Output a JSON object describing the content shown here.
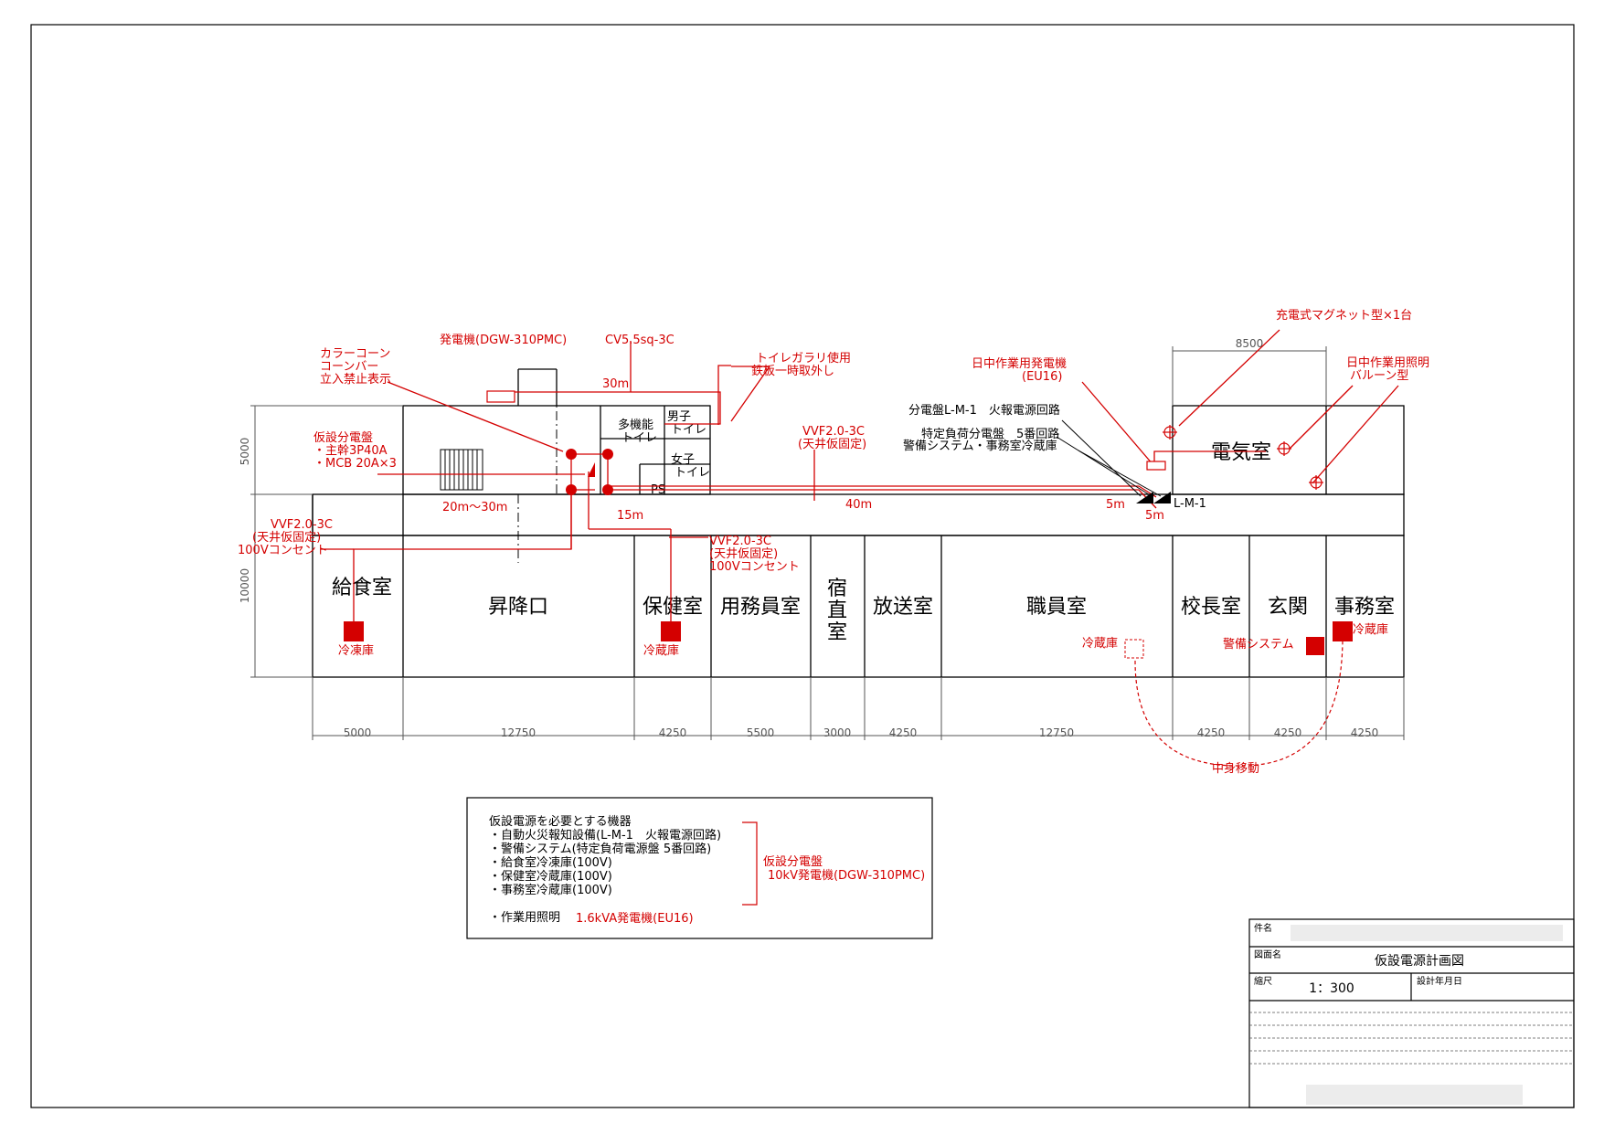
{
  "colors": {
    "lines": "#000000",
    "annotation": "#d40000",
    "dimension": "#555555"
  },
  "rooms": {
    "kyushoku": "給食室",
    "shoukou": "昇降口",
    "hoken": "保健室",
    "youmuin": "用務員室",
    "shukuchoku": [
      "宿",
      "直",
      "室"
    ],
    "housou": "放送室",
    "shokuin": "職員室",
    "kouchou": "校長室",
    "genkan": "玄関",
    "jimu": "事務室",
    "denki": "電気室",
    "tamokuteki": [
      "多機能",
      "トイレ"
    ],
    "danshi": [
      "男子",
      "トイレ"
    ],
    "joshi": [
      "女子",
      "トイレ"
    ],
    "ps": "PS"
  },
  "dims": {
    "bottom": [
      "5000",
      "12750",
      "4250",
      "5500",
      "3000",
      "4250",
      "12750",
      "4250",
      "4250",
      "4250"
    ],
    "left_upper": "5000",
    "left_lower": "10000",
    "top_right": "8500"
  },
  "notes": {
    "color_cone": [
      "カラーコーン",
      "コーンバー",
      "立入禁止表示"
    ],
    "generator": "発電機(DGW-310PMC)",
    "cable": "CV5.5sq-3C",
    "cable_len": "30m",
    "toilet_gallery": [
      "トイレガラリ使用",
      "鉄板一時取外し"
    ],
    "temp_panel": [
      "仮設分電盤",
      "・主幹3P40A",
      "・MCB 20A×3"
    ],
    "vvf_left": [
      "VVF2.0-3C",
      "(天井仮固定)",
      "100Vコンセント"
    ],
    "vvf_top": [
      "VVF2.0-3C",
      "(天井仮固定)"
    ],
    "vvf_mid": [
      "VVF2.0-3C",
      "(天井仮固定)",
      "100Vコンセント"
    ],
    "len_20_30": "20m～30m",
    "len_15": "15m",
    "len_40": "40m",
    "len_5a": "5m",
    "len_5b": "5m",
    "day_gen": [
      "日中作業用発電機",
      "(EU16)"
    ],
    "panel_lm1": "分電盤L-M-1　火報電源回路",
    "special_panel": "特定負荷分電盤　5番回路",
    "security_load": "警備システム・事務室冷蔵庫",
    "lm1": "L-M-1",
    "magnet": "充電式マグネット型×1台",
    "balloon": [
      "日中作業用照明",
      "バルーン型"
    ],
    "freezer": "冷凍庫",
    "fridge_hoken": "冷蔵庫",
    "fridge_shokuin": "冷蔵庫",
    "fridge_jimu": "冷蔵庫",
    "security": "警備システム",
    "move": "中身移動"
  },
  "legend": {
    "title": "仮設電源を必要とする機器",
    "items": [
      "・自動火災報知設備(L-M-1　火報電源回路)",
      "・警備システム(特定負荷電源盤 5番回路)",
      "・給食室冷凍庫(100V)",
      "・保健室冷蔵庫(100V)",
      "・事務室冷蔵庫(100V)"
    ],
    "work_light": "・作業用照明",
    "work_light_source": "1.6kVA発電機(EU16)",
    "source": [
      "仮設分電盤",
      "10kV発電機(DGW-310PMC)"
    ]
  },
  "title_block": {
    "project_label": "件名",
    "drawing_label": "図面名",
    "drawing_name": "仮設電源計画図",
    "scale_label": "縮尺",
    "scale": "1：300",
    "date_label": "設計年月日"
  }
}
